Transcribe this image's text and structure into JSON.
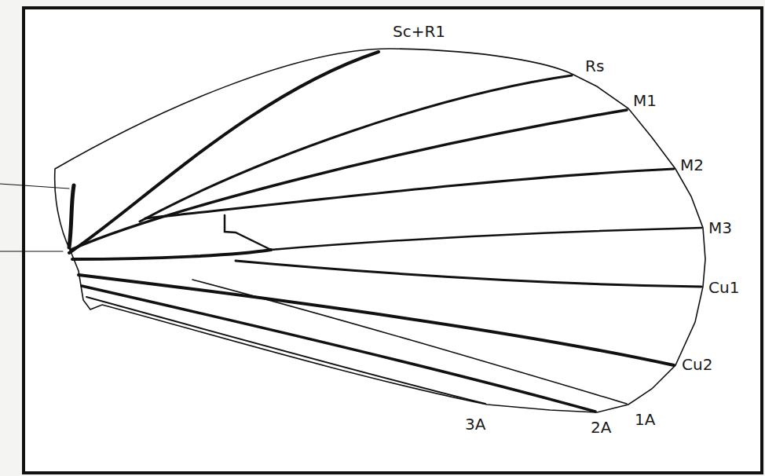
{
  "diagram": {
    "labels": [
      "Sc+R1",
      "Rs",
      "M1",
      "M2",
      "M3",
      "Cu1",
      "Cu2",
      "3A",
      "2A",
      "1A"
    ]
  }
}
